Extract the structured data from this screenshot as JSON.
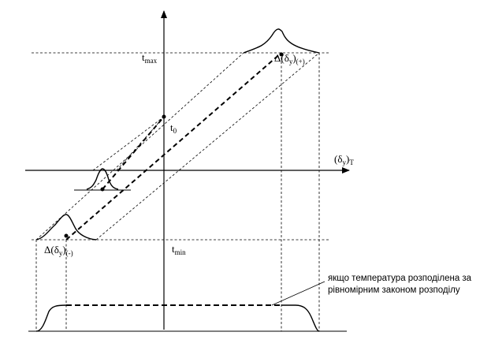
{
  "labels": {
    "t_max": {
      "main": "t",
      "sub": "max"
    },
    "t_0": {
      "main": "t",
      "sub": "0"
    },
    "t_min": {
      "main": "t",
      "sub": "min"
    },
    "x_axis": {
      "open": "(δ",
      "sub_y": "y",
      "close": ")",
      "sub_T": "T"
    },
    "delta_plus": {
      "main": "Δ(δ",
      "sub_y": "y",
      "close": ")",
      "sub_sign": "(+)"
    },
    "delta_minus": {
      "main": "Δ(δ",
      "sub_y": "y",
      "close": ")",
      "sub_sign": "(-)"
    }
  },
  "annotation": {
    "line1": "якщо температура розподілена за",
    "line2": "рівномірним законом розподілу"
  }
}
